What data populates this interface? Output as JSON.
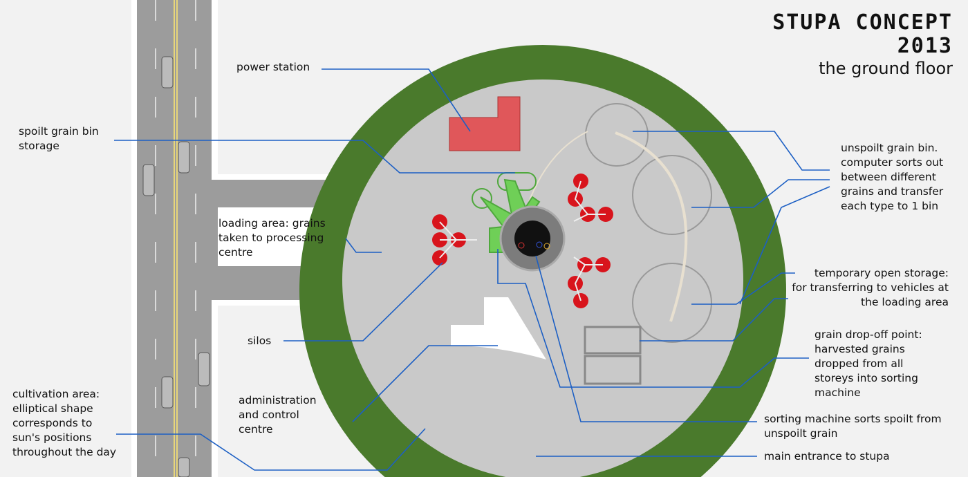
{
  "title": {
    "line1": "STUPA CONCEPT",
    "line2": "2013",
    "subtitle": "the ground floor"
  },
  "labels": {
    "power_station": "power station",
    "spoilt_bin": "spoilt grain bin\nstorage",
    "loading_area": "loading area: grains\ntaken to processing\ncentre",
    "silos": "silos",
    "administration": "administration\nand control\ncentre",
    "cultivation": "cultivation area:\nelliptical shape\ncorresponds to\nsun's positions\nthroughout the day",
    "unspoilt_bin": "unspoilt grain bin.\ncomputer sorts out\nbetween different\ngrains and transfer\neach type to 1 bin",
    "temporary_storage": "temporary open storage:\nfor transferring to vehicles at\nthe loading area",
    "drop_off": "grain drop-off point:\nharvested grains\ndropped from all\nstoreys into sorting\nmachine",
    "sorting_machine": "sorting machine sorts spoilt from\nunspoilt grain",
    "main_entrance": "main entrance to stupa"
  },
  "colors": {
    "leader": "#1c5fc4",
    "grass": "#4a7a2c",
    "plaza": "#c9c9c9",
    "silo": "#d8141c",
    "machine": "#6fcf57",
    "power": "#e0575a"
  }
}
